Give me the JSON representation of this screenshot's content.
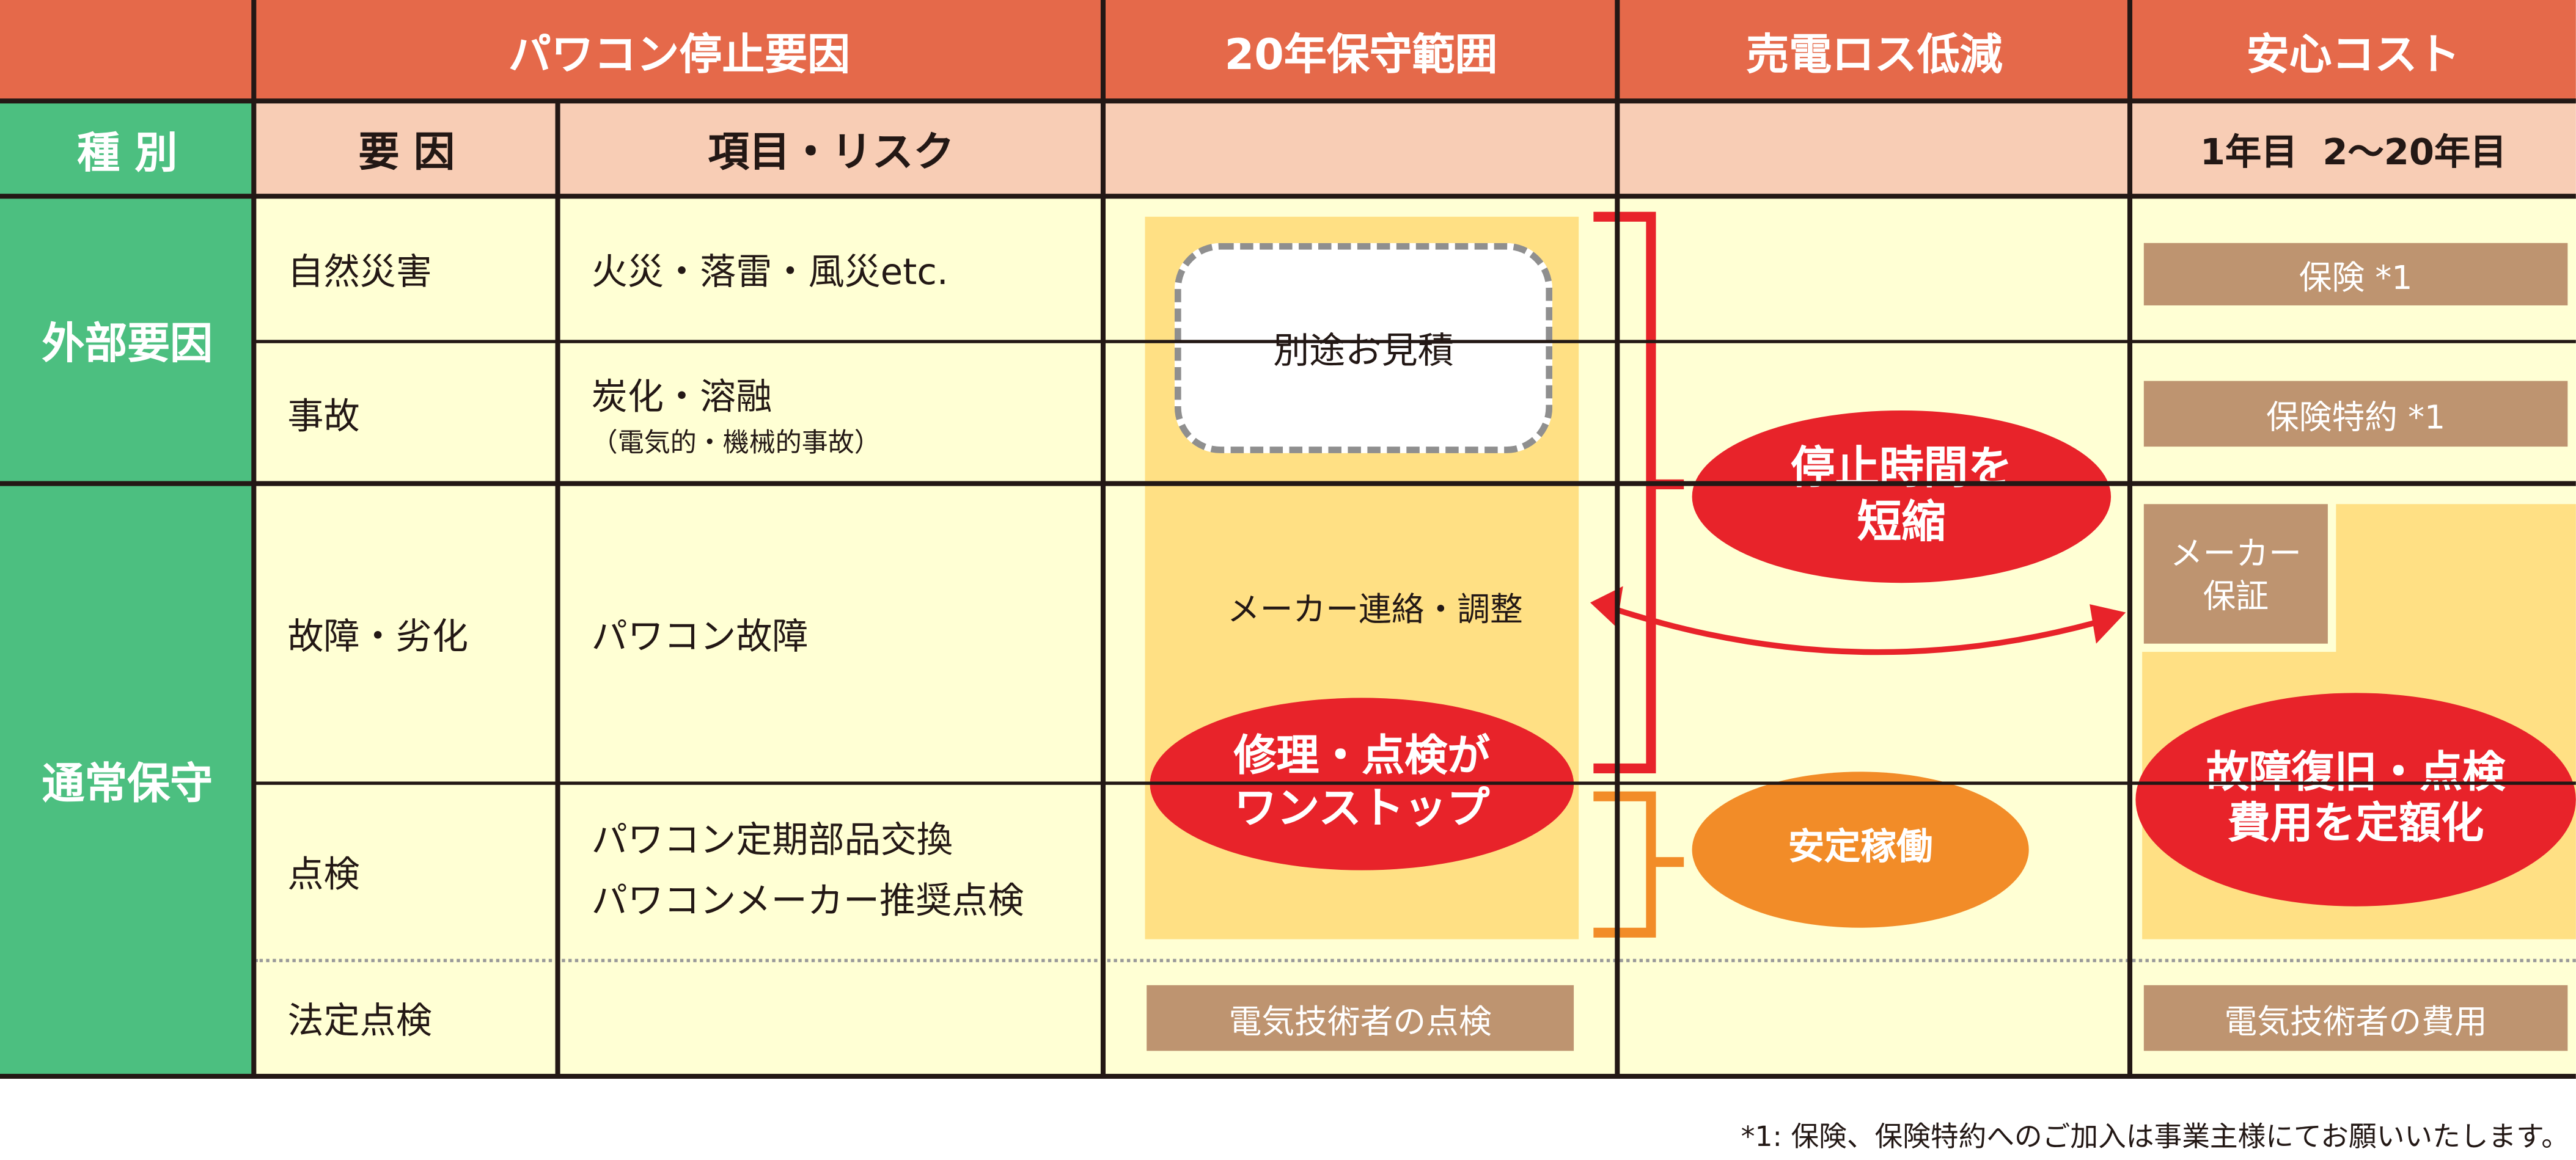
{
  "header": {
    "cause_title": "パワコン停止要因",
    "maintenance_title": "20年保守範囲",
    "loss_title": "売電ロス低減",
    "cost_title": "安心コスト"
  },
  "subheader": {
    "type": "種 別",
    "factor": "要 因",
    "item_risk": "項目・リスク",
    "years": "1年目  2〜20年目"
  },
  "groups": {
    "external": "外部要因",
    "regular": "通常保守"
  },
  "rows": [
    {
      "factor": "自然災害",
      "item": "火災・落雷・風災etc.",
      "cost": "保険 *1"
    },
    {
      "factor": "事故",
      "item": "炭化・溶融",
      "item_note": "（電気的・機械的事故）",
      "cost": "保険特約 *1"
    },
    {
      "factor": "故障・劣化",
      "item": "パワコン故障"
    },
    {
      "factor": "点検",
      "item": "パワコン定期部品交換",
      "item2": "パワコンメーカー推奨点検"
    },
    {
      "factor": "法定点検",
      "maintenance": "電気技術者の点検",
      "cost": "電気技術者の費用"
    }
  ],
  "maintenance": {
    "separate_quote": "別途お見積",
    "maker_contact": "メーカー連絡・調整",
    "one_stop": "修理・点検が\nワンストップ"
  },
  "loss": {
    "shorten": "停止時間を\n短縮",
    "stable": "安定稼働"
  },
  "cost": {
    "maker_warranty": "メーカー\n保証",
    "fixed_fee": "故障復旧・点検\n費用を定額化"
  },
  "footnote": "*1: 保険、保険特約へのご加入は事業主様にてお願いいたします。",
  "colors": {
    "header": "#E5694A",
    "green": "#4CBF80",
    "red": "#E8232A",
    "orange": "#F28C28",
    "brown": "#BE9470"
  }
}
